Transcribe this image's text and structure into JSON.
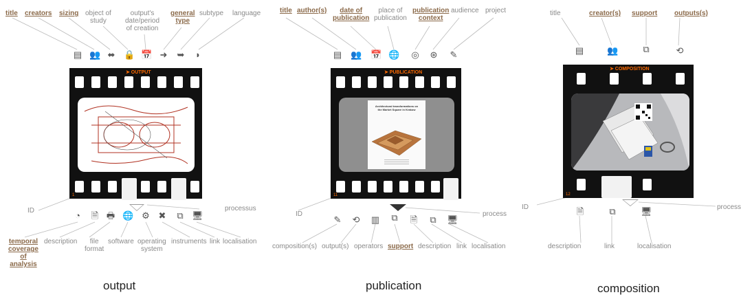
{
  "output": {
    "top_labels": [
      {
        "text": "title",
        "bold": true
      },
      {
        "text": "creators",
        "bold": true
      },
      {
        "text": "sizing",
        "bold": true
      },
      {
        "text": "object of\nstudy",
        "bold": false
      },
      {
        "text": "output's\ndate/period\nof creation",
        "bold": false
      },
      {
        "text": "general\ntype",
        "bold": true
      },
      {
        "text": "subtype",
        "bold": false
      },
      {
        "text": "language",
        "bold": false
      }
    ],
    "film_title": "➤ OUTPUT",
    "film_number": "1",
    "id_label": "ID",
    "right_label": "processus",
    "bottom_labels": [
      {
        "text": "temporal\ncoverage\nof\nanalysis",
        "bold": true
      },
      {
        "text": "description",
        "bold": false
      },
      {
        "text": "file\nformat",
        "bold": false
      },
      {
        "text": "software",
        "bold": false
      },
      {
        "text": "operating\nsystem",
        "bold": false
      },
      {
        "text": "instruments",
        "bold": false
      },
      {
        "text": "link",
        "bold": false
      },
      {
        "text": "localisation",
        "bold": false
      }
    ],
    "caption": "output"
  },
  "publication": {
    "top_labels": [
      {
        "text": "title",
        "bold": true
      },
      {
        "text": "author(s)",
        "bold": true
      },
      {
        "text": "date of\npublication",
        "bold": true
      },
      {
        "text": "place of\npublication",
        "bold": false
      },
      {
        "text": "publication\ncontext",
        "bold": true
      },
      {
        "text": "audience",
        "bold": false
      },
      {
        "text": "project",
        "bold": false
      }
    ],
    "film_title": "➤ PUBLICATION",
    "film_number": "11",
    "book_title": "Architectural transformations on the Market Square in Krakow",
    "id_label": "ID",
    "right_label": "process",
    "bottom_labels": [
      {
        "text": "composition(s)",
        "bold": false
      },
      {
        "text": "output(s)",
        "bold": false
      },
      {
        "text": "operators",
        "bold": false
      },
      {
        "text": "support",
        "bold": true
      },
      {
        "text": "description",
        "bold": false
      },
      {
        "text": "link",
        "bold": false
      },
      {
        "text": "localisation",
        "bold": false
      }
    ],
    "caption": "publication"
  },
  "composition": {
    "top_labels": [
      {
        "text": "title",
        "bold": false
      },
      {
        "text": "creator(s)",
        "bold": true
      },
      {
        "text": "support",
        "bold": true
      },
      {
        "text": "outputs(s)",
        "bold": true
      }
    ],
    "film_title": "➤ COMPOSITION",
    "film_number": "12",
    "id_label": "ID",
    "right_label": "process",
    "bottom_labels": [
      {
        "text": "description",
        "bold": false
      },
      {
        "text": "link",
        "bold": false
      },
      {
        "text": "localisation",
        "bold": false
      }
    ],
    "caption": "composition"
  }
}
